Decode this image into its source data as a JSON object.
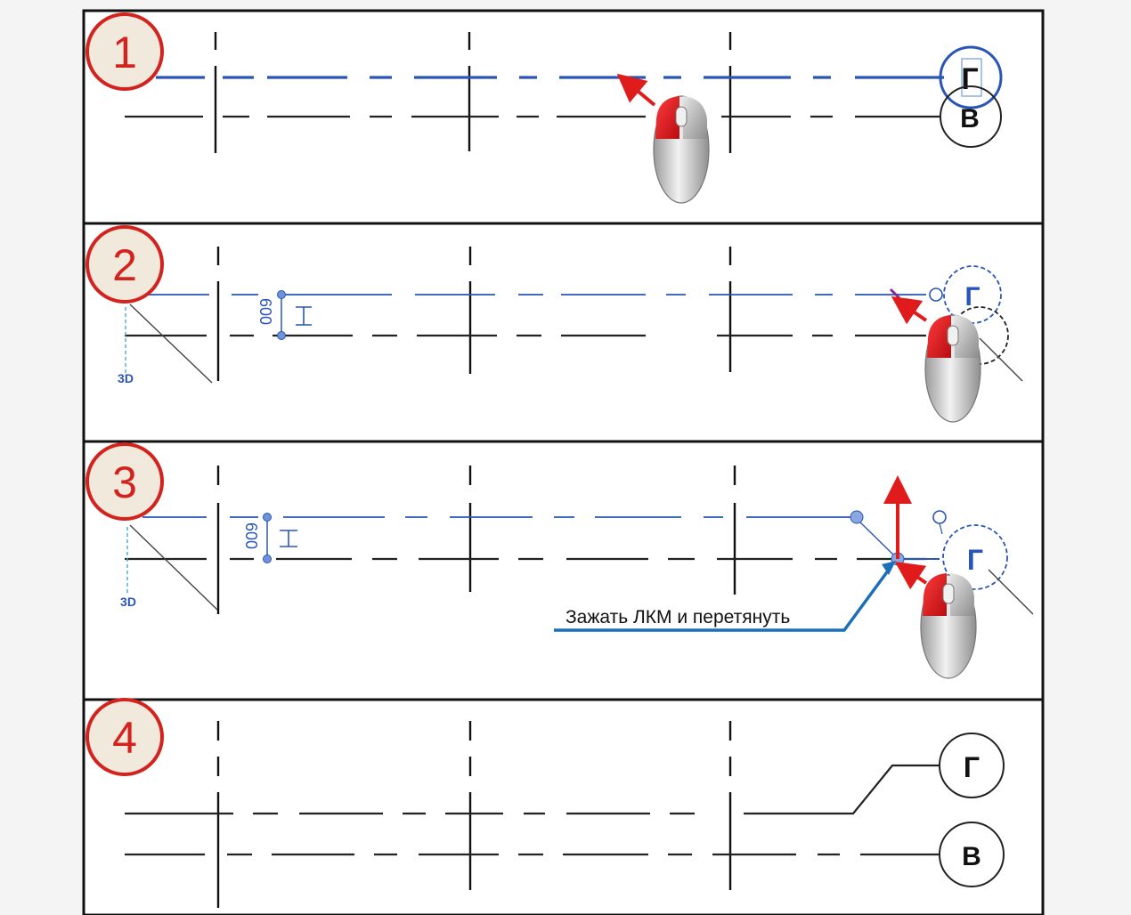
{
  "panels": [
    {
      "number": "1"
    },
    {
      "number": "2",
      "dimension": "600",
      "level_label": "3D",
      "grid_label": "Г"
    },
    {
      "number": "3",
      "dimension": "600",
      "level_label": "3D",
      "grid_label": "Г",
      "instruction": "Зажать ЛКМ и перетянуть"
    },
    {
      "number": "4"
    }
  ],
  "grid_labels": {
    "upper": "Г",
    "lower": "В"
  },
  "colors": {
    "frame": "#111111",
    "panel_bg": "#ffffff",
    "selected_line": "#2a55b8",
    "badge_border": "#d2231e",
    "badge_fill": "#f2e9dd",
    "arrow_red": "#e01b1b",
    "callout_blue": "#1b6fb8",
    "mouse_red": "#d8141b",
    "mouse_gray": "#c9c9c9"
  },
  "icons": [
    "mouse-icon",
    "drag-arrow-icon"
  ]
}
